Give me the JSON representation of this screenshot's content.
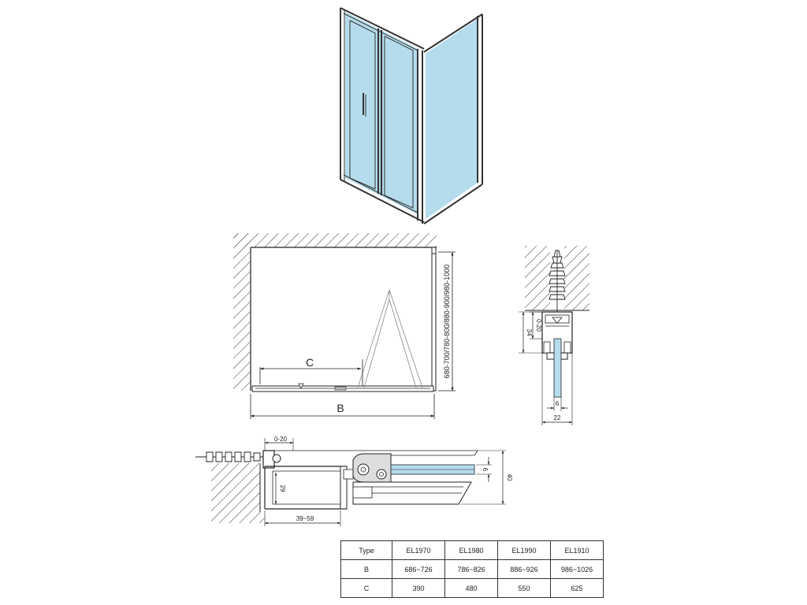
{
  "plan_view": {
    "width_label": "B",
    "door_label": "C",
    "side_label": "680-700/780-800/880-900/980-1000"
  },
  "wall_profile": {
    "adjust_label": "0-20",
    "height_label": "34",
    "glass_label": "6",
    "width_label": "22"
  },
  "bottom_profile": {
    "adjust_label": "0-20",
    "depth_label": "29",
    "range_label": "39~59",
    "glass_label": "6",
    "height_label": "40"
  },
  "spec_table": {
    "header": {
      "label": "Type",
      "models": [
        "EL1970",
        "EL1980",
        "EL1990",
        "EL1910"
      ]
    },
    "rows": [
      {
        "label": "B",
        "values": [
          "686~726",
          "786~826",
          "886~926",
          "986~1026"
        ]
      },
      {
        "label": "C",
        "values": [
          "390",
          "480",
          "550",
          "625"
        ]
      }
    ]
  },
  "colors": {
    "glass": "#b4dcec",
    "line": "#222222"
  }
}
